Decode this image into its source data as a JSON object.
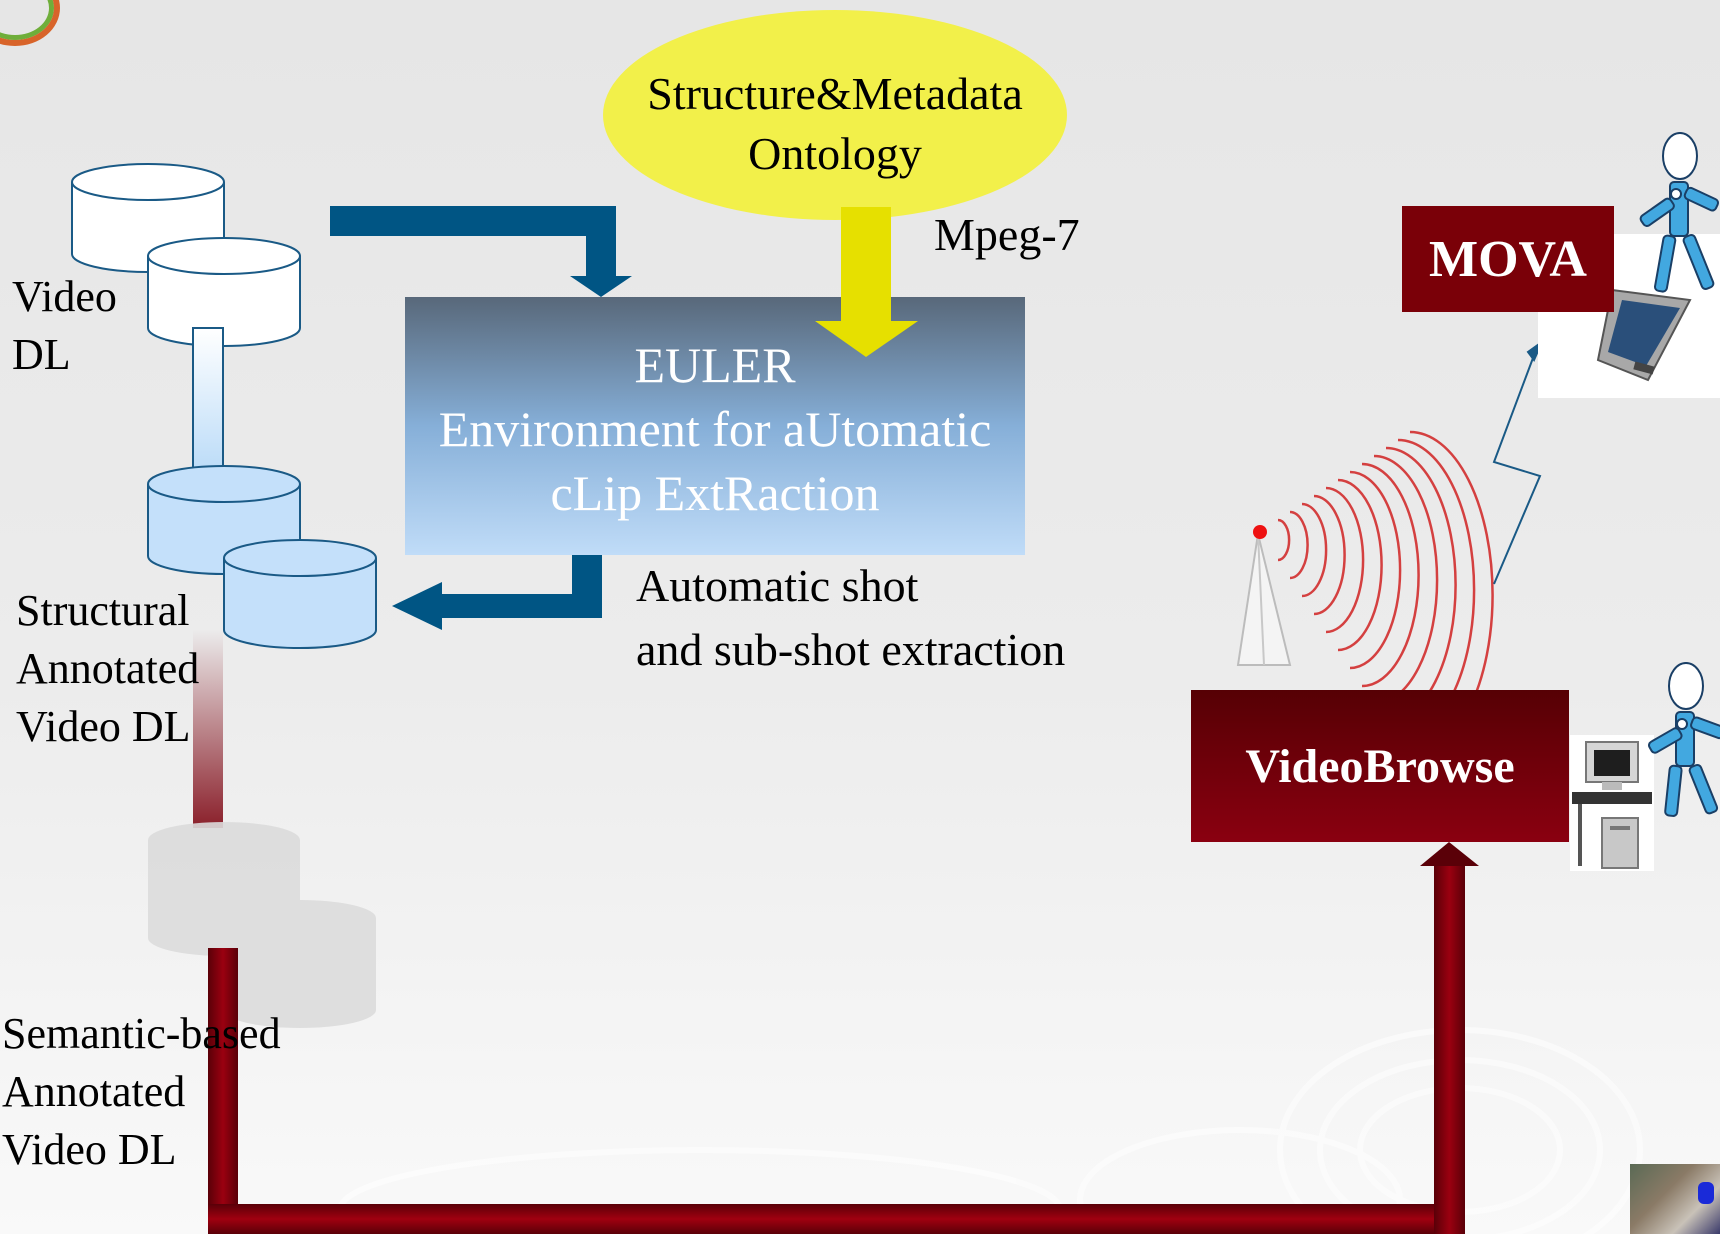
{
  "ontology": {
    "line1": "Structure&Metadata",
    "line2": "Ontology"
  },
  "mpeg7_label": "Mpeg-7",
  "euler": {
    "line1": "EULER",
    "line2": "Environment for aUtomatic",
    "line3": "cLip ExtRaction"
  },
  "video_dl_label": "Video\n DL",
  "extraction_label": "Automatic shot\nand sub-shot extraction",
  "structural_dl_label": "Structural\nAnnotated\nVideo DL",
  "semantic_dl_label": "Semantic-based\nAnnotated\nVideo DL",
  "mova_label": "MOVA",
  "videobrowse_label": "VideoBrowse",
  "colors": {
    "flow_blue": "#005584",
    "mpeg7_yellow": "#e6e000",
    "ontology_yellow": "#f2f04a",
    "dark_red": "#7a0008",
    "antenna_waves": "#d44040",
    "light_db": "#c4e0fa"
  },
  "icons": [
    "logo-icon",
    "antenna-icon",
    "radio-waves-icon",
    "stick-figure-icon",
    "pda-icon",
    "computer-icon"
  ]
}
